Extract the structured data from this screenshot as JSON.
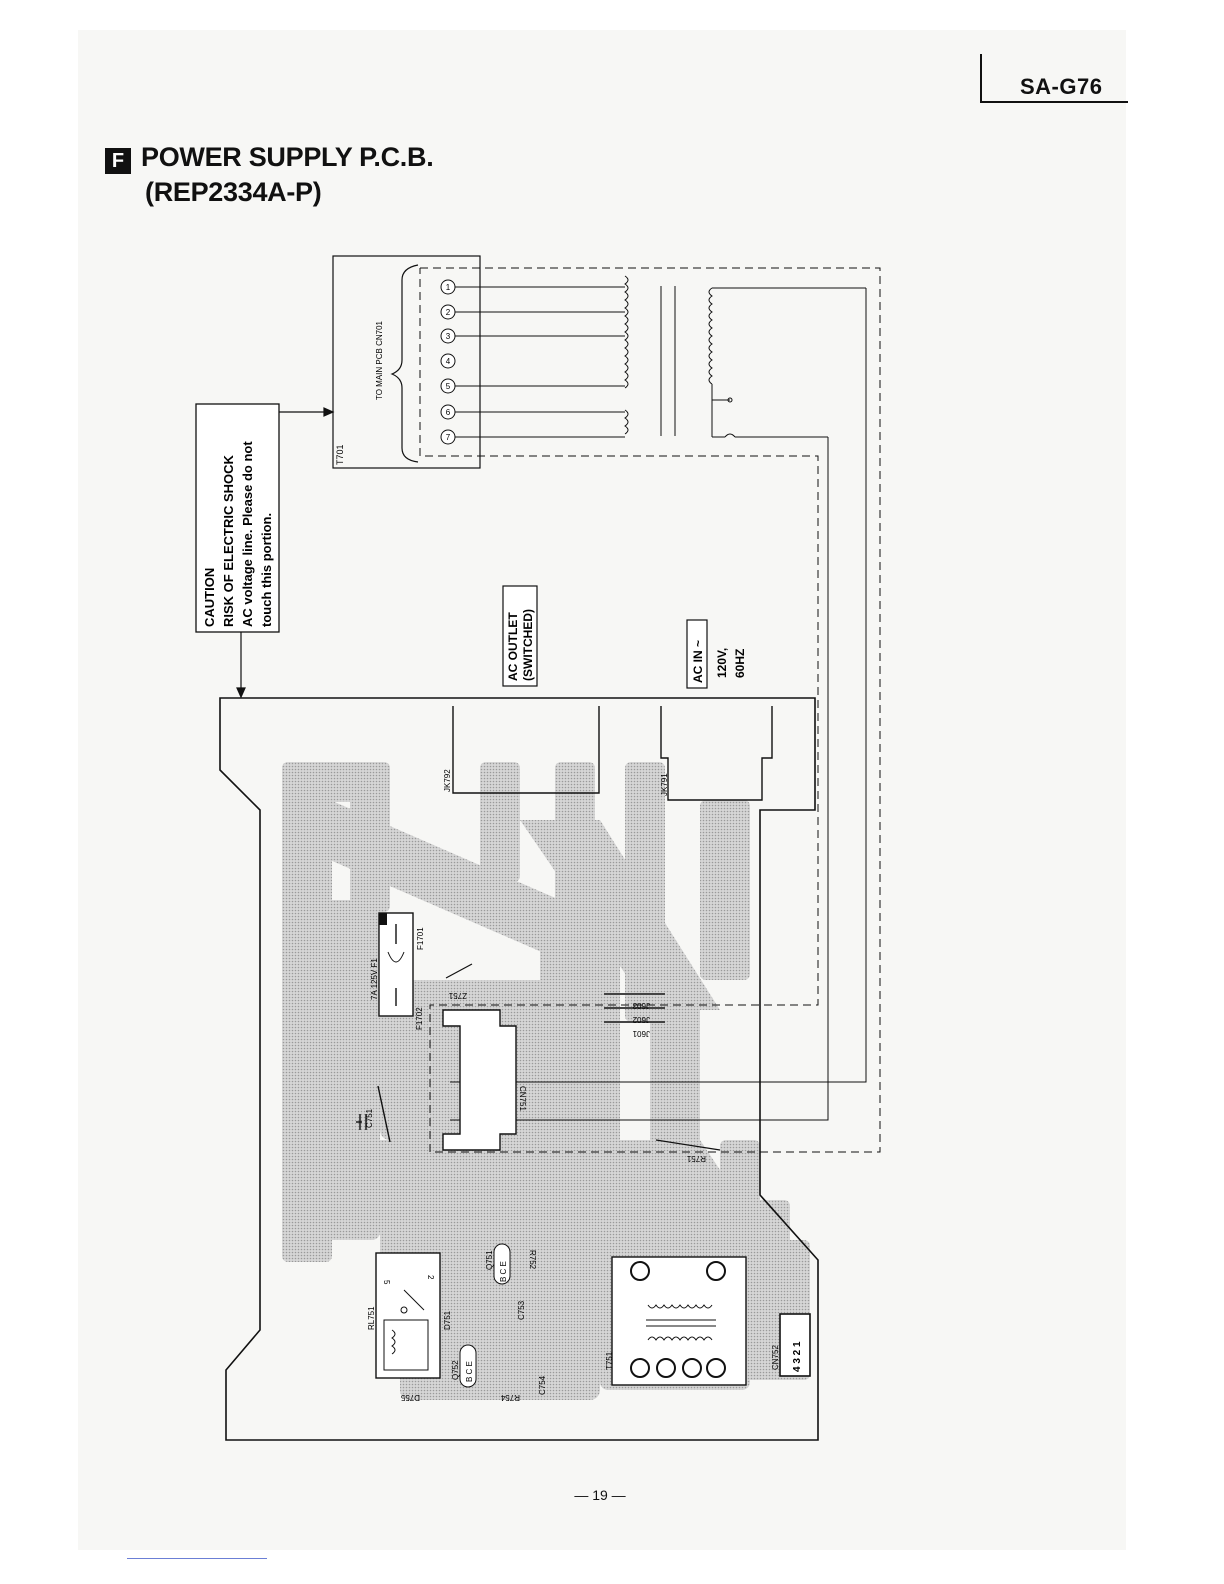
{
  "header": {
    "model": "SA-G76"
  },
  "section": {
    "letter": "F",
    "title": "POWER SUPPLY P.C.B.",
    "part_no": "(REP2334A-P)"
  },
  "caution": {
    "line1": "CAUTION",
    "line2": "RISK OF ELECTRIC SHOCK",
    "line3": "AC voltage line. Please do not",
    "line4": "touch this portion."
  },
  "transformer": {
    "ref": "T701",
    "note": "TO MAIN PCB CN701",
    "pins": [
      "1",
      "2",
      "3",
      "4",
      "5",
      "6",
      "7"
    ]
  },
  "ac_outlet": {
    "line1": "AC OUTLET",
    "line2": "(SWITCHED)",
    "jack": "JK792"
  },
  "ac_in": {
    "label": "AC IN ~",
    "line1": "120V,",
    "line2": "60HZ",
    "jack": "JK791"
  },
  "components": {
    "fuse": "7A 125V F1",
    "fuse_holder_a": "F1701",
    "fuse_holder_b": "F1702",
    "z751": "Z751",
    "j601": "J601",
    "j602": "J602",
    "j603": "J603",
    "cn751": "CN751",
    "c751": "C751",
    "r751": "R751",
    "rl751": "RL751",
    "d755": "D755",
    "d751": "D751",
    "q752": "Q752",
    "q752_pins": "B C E",
    "q751": "Q751",
    "q751_pins": "B C E",
    "r752": "R752",
    "c753": "C753",
    "c754": "C754",
    "r754": "R754",
    "t751": "T751",
    "cn752": "CN752",
    "cn752_pins": "4 3 2 1"
  },
  "footer": {
    "page": "— 19 —"
  }
}
